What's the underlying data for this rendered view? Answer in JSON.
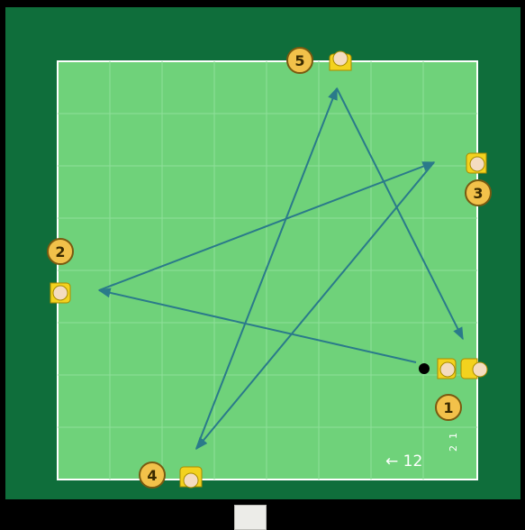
{
  "title": "",
  "players": [
    {
      "id": "p1",
      "number": "1"
    },
    {
      "id": "p2",
      "number": "2"
    },
    {
      "id": "p3",
      "number": "3"
    },
    {
      "id": "p4",
      "number": "4"
    },
    {
      "id": "p5",
      "number": "5"
    }
  ],
  "pass_sequence": [
    "1",
    "2",
    "3",
    "4",
    "5",
    "1"
  ],
  "scale_note": {
    "text": "← 12",
    "superscript": "2",
    "subscript": "1"
  },
  "colors": {
    "background": "#0f6e3b",
    "field": "#6fd27a",
    "field_lines": "#ffffff",
    "arrows": "#2a7a8a",
    "player_body": "#f3d21e",
    "player_head": "#f4dcc0",
    "badge_fill": "#f2c14a",
    "badge_stroke": "#7a5a10",
    "ball": "#000000"
  }
}
